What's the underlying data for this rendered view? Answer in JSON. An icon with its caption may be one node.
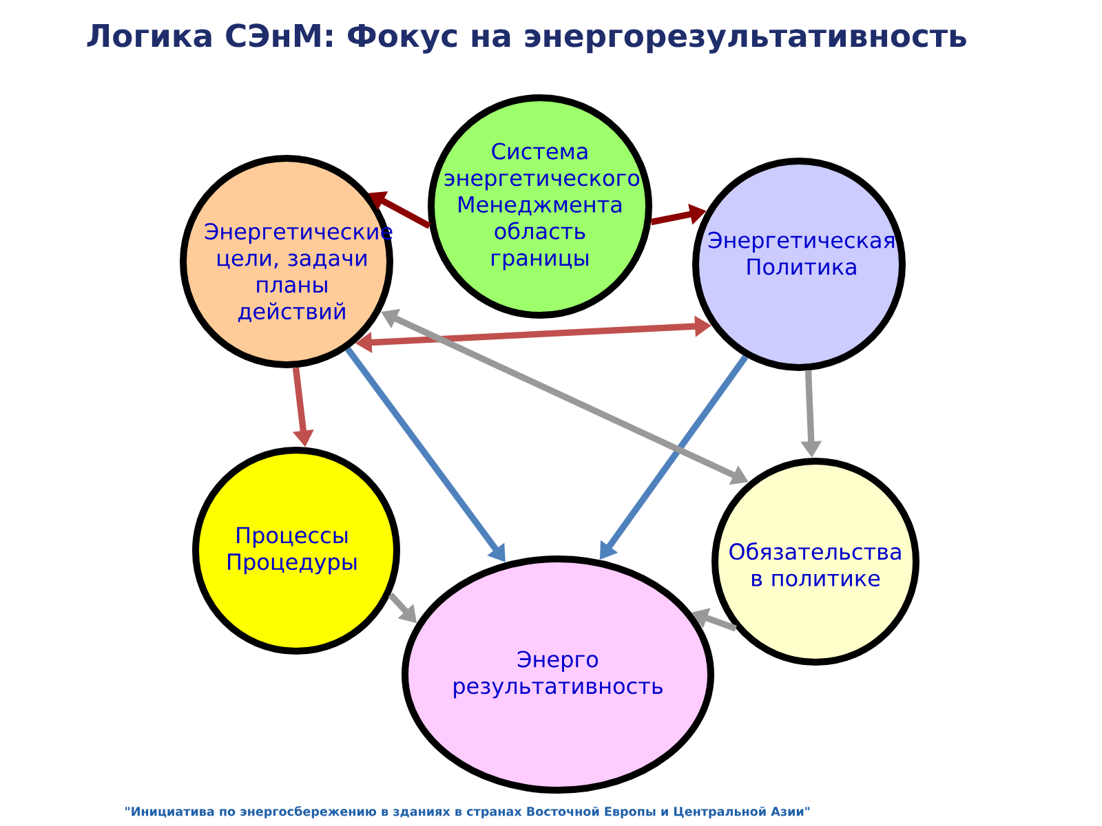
{
  "diagram": {
    "title": "Логика СЭнМ: Фокус на энергорезультативность",
    "nodes": [
      {
        "text": [
          "Система энергетического Менеджмента область границы"
        ]
      },
      {
        "text": [
          "Энергетические цели, задачи планы действий"
        ]
      },
      {
        "text": [
          "Энергетическая Политика"
        ]
      },
      {
        "text": [
          "Процессы Процедуры"
        ]
      },
      {
        "text": [
          "Обязательства в политике"
        ]
      },
      {
        "text": [
          "Энерго результативность"
        ]
      }
    ],
    "edges": [
      {
        "from": 0,
        "to": 1,
        "arrow": "to",
        "color": "#8b0000"
      },
      {
        "from": 0,
        "to": 2,
        "arrow": "to",
        "color": "#8b0000"
      },
      {
        "from": 1,
        "to": 2,
        "arrow": "both",
        "color": "#c0504d"
      },
      {
        "from": 1,
        "to": 3,
        "arrow": "to",
        "color": "#c0504d"
      },
      {
        "from": 1,
        "to": 5,
        "arrow": "to",
        "color": "#4f81bd"
      },
      {
        "from": 2,
        "to": 5,
        "arrow": "to",
        "color": "#4f81bd"
      },
      {
        "from": 2,
        "to": 4,
        "arrow": "to",
        "color": "#999999"
      },
      {
        "from": 4,
        "to": 1,
        "arrow": "both",
        "color": "#999999"
      },
      {
        "from": 3,
        "to": 5,
        "arrow": "to",
        "color": "#999999"
      },
      {
        "from": 4,
        "to": 5,
        "arrow": "to",
        "color": "#999999"
      }
    ],
    "labels": [
      "\"Инициатива по энергосбережению в зданиях в странах Восточной Европы и Центральной Азии\""
    ]
  }
}
